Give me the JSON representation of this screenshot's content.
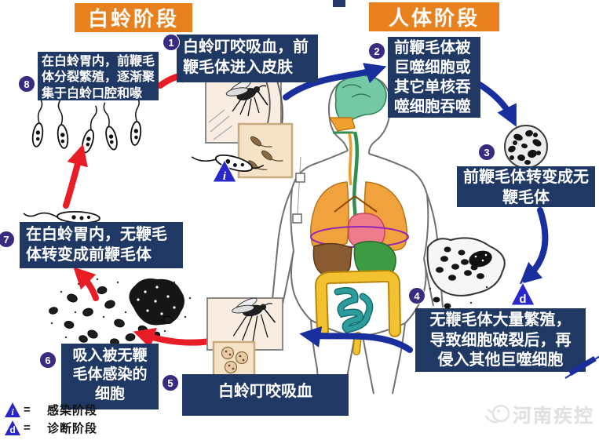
{
  "headers": {
    "sandfly_stage": "白蛉阶段",
    "human_stage": "人体阶段"
  },
  "steps": [
    {
      "number": "1",
      "text": "白蛉叮咬吸血，前\n鞭毛体进入皮肤"
    },
    {
      "number": "2",
      "text": "前鞭毛体被\n巨噬细胞或\n其它单核吞\n噬细胞吞噬"
    },
    {
      "number": "3",
      "text": "前鞭毛体转变成无\n鞭毛体"
    },
    {
      "number": "4",
      "text": "无鞭毛体大量繁殖，\n导致细胞破裂后，再\n侵入其他巨噬细胞"
    },
    {
      "number": "5",
      "text": "白蛉叮咬吸血"
    },
    {
      "number": "6",
      "text": "吸入被无鞭\n毛体感染的\n细胞"
    },
    {
      "number": "7",
      "text": "在白蛉胃内，无鞭毛\n体转变成前鞭毛体"
    },
    {
      "number": "8",
      "text": "在白蛉胃内，前鞭毛\n体分裂繁殖，逐渐聚\n集于白蛉口腔和喙"
    }
  ],
  "markers": {
    "infection": {
      "symbol": "i",
      "equals": "=",
      "label": "感染阶段"
    },
    "diagnosis": {
      "symbol": "d",
      "equals": "=",
      "label": "诊断阶段"
    }
  },
  "watermark": {
    "text": "河南疾控"
  },
  "colors": {
    "header_orange": "#E8801E",
    "box_navy": "#1F3864",
    "number_circle_purple": "#3A2B80",
    "arrow_red": "#E91D26",
    "arrow_blue": "#1A2F9E",
    "marker_triangle_blue": "#2727CC"
  }
}
